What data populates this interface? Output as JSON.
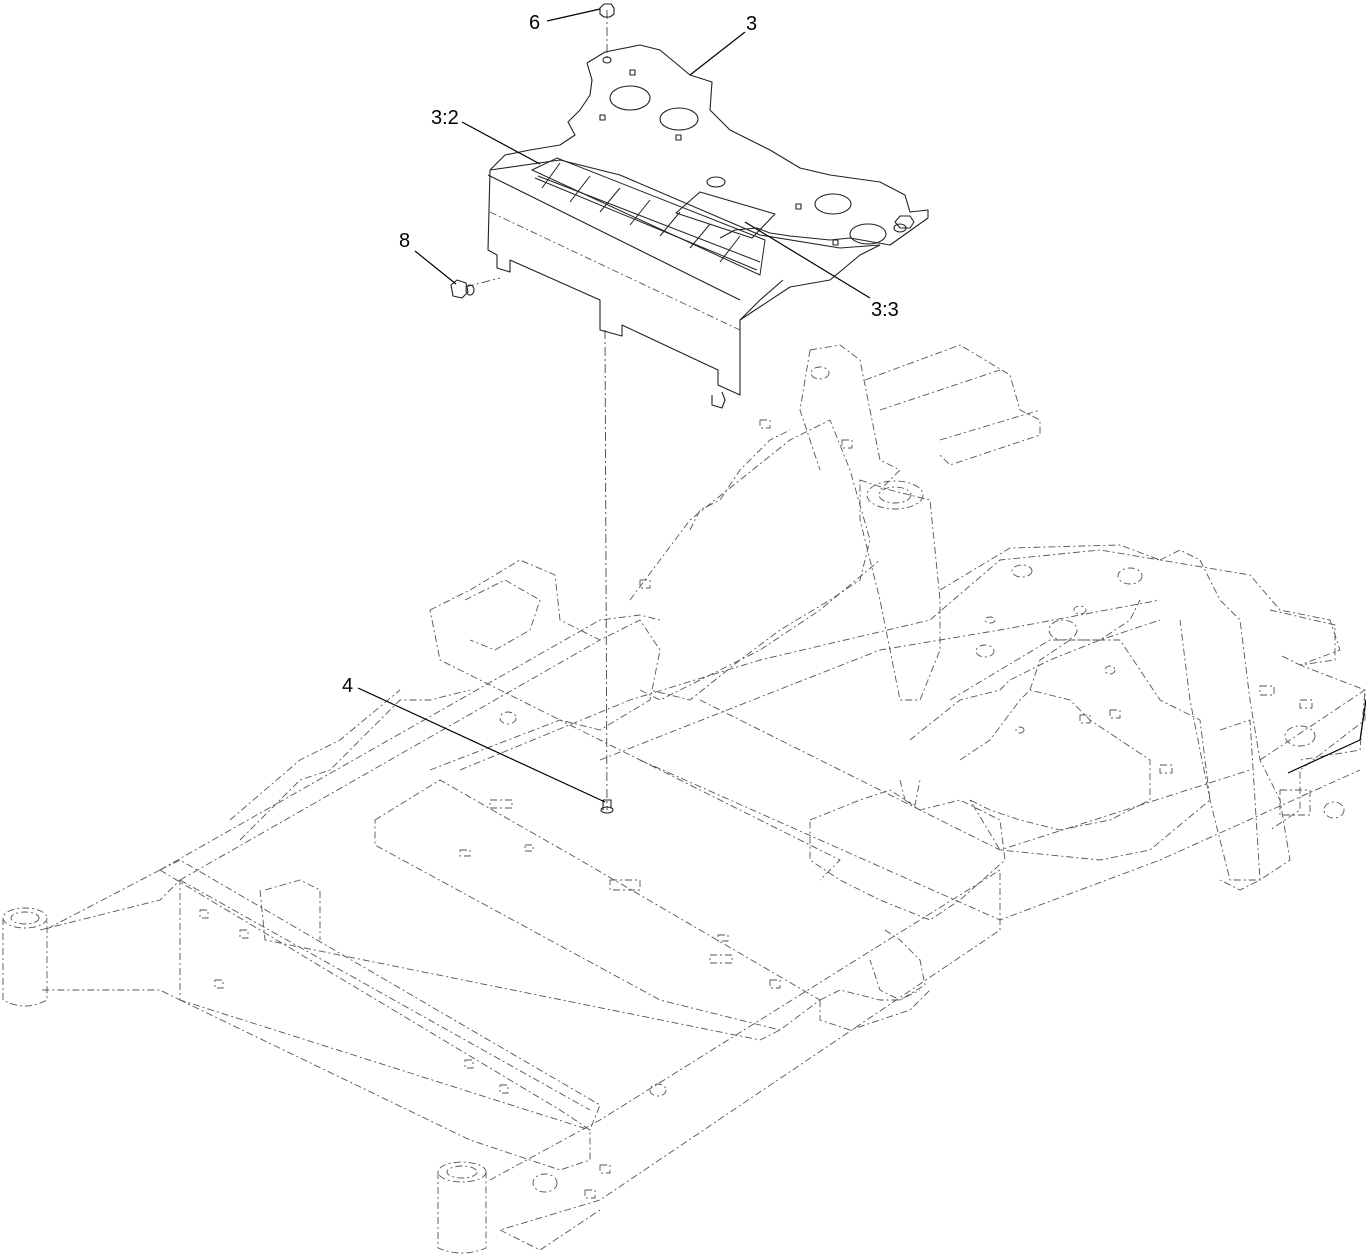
{
  "callouts": [
    {
      "id": "c6",
      "label": "6"
    },
    {
      "id": "c3",
      "label": "3"
    },
    {
      "id": "c3_2",
      "label": "3:2"
    },
    {
      "id": "c8",
      "label": "8"
    },
    {
      "id": "c3_3",
      "label": "3:3"
    },
    {
      "id": "c4",
      "label": "4"
    }
  ]
}
